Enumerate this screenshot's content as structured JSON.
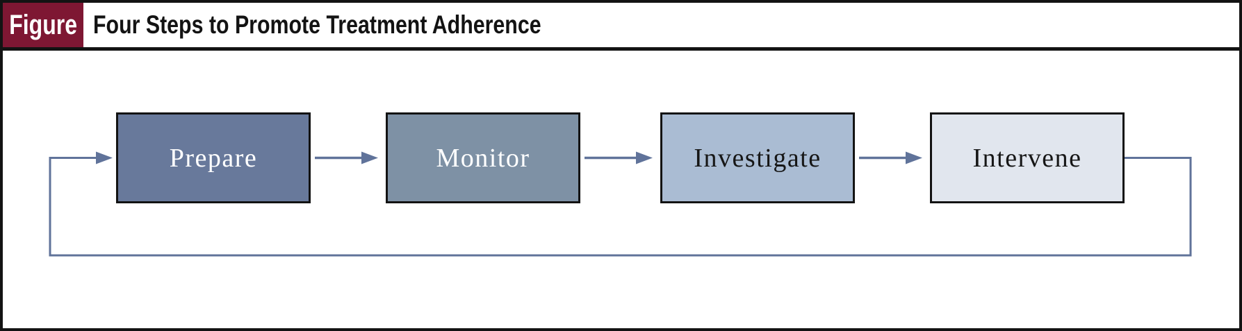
{
  "figure": {
    "tag_label": "Figure",
    "title": "Four Steps to Promote Treatment Adherence"
  },
  "diagram": {
    "type": "flow",
    "flow_direction": "left-to-right",
    "steps": [
      {
        "label": "Prepare",
        "fill": "#68799B",
        "text_color": "#FFFFFF"
      },
      {
        "label": "Monitor",
        "fill": "#7E91A5",
        "text_color": "#FFFFFF"
      },
      {
        "label": "Investigate",
        "fill": "#AABCD3",
        "text_color": "#161616"
      },
      {
        "label": "Intervene",
        "fill": "#E1E6EE",
        "text_color": "#161616"
      }
    ],
    "connections": [
      {
        "from": "Prepare",
        "to": "Monitor"
      },
      {
        "from": "Monitor",
        "to": "Investigate"
      },
      {
        "from": "Investigate",
        "to": "Intervene"
      },
      {
        "from": "Intervene",
        "to": "Prepare",
        "style": "feedback-loop"
      }
    ],
    "colors": {
      "arrow": "#60739A",
      "tag_background": "#7E1733",
      "tag_text": "#FFFFFF",
      "border": "#131313"
    }
  }
}
